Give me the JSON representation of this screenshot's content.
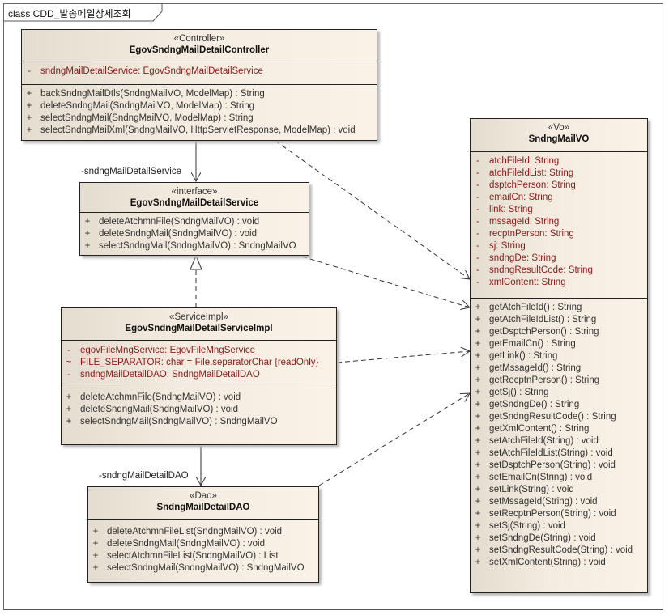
{
  "frame": {
    "title": "class CDD_발송메일상세조회"
  },
  "controller": {
    "stereotype": "«Controller»",
    "name": "EgovSndngMailDetailController",
    "attributes": [
      {
        "vis": "-",
        "text": "sndngMailDetailService:  EgovSndngMailDetailService"
      }
    ],
    "operations": [
      {
        "vis": "+",
        "text": "backSndngMailDtls(SndngMailVO, ModelMap) : String"
      },
      {
        "vis": "+",
        "text": "deleteSndngMail(SndngMailVO, ModelMap) : String"
      },
      {
        "vis": "+",
        "text": "selectSndngMail(SndngMailVO, ModelMap) : String"
      },
      {
        "vis": "+",
        "text": "selectSndngMailXml(SndngMailVO, HttpServletResponse, ModelMap) : void"
      }
    ]
  },
  "service": {
    "stereotype": "«interface»",
    "name": "EgovSndngMailDetailService",
    "operations": [
      {
        "vis": "+",
        "text": "deleteAtchmnFile(SndngMailVO) : void"
      },
      {
        "vis": "+",
        "text": "deleteSndngMail(SndngMailVO) : void"
      },
      {
        "vis": "+",
        "text": "selectSndngMail(SndngMailVO) : SndngMailVO"
      }
    ]
  },
  "serviceImpl": {
    "stereotype": "«ServiceImpl»",
    "name": "EgovSndngMailDetailServiceImpl",
    "attributes": [
      {
        "vis": "-",
        "text": "egovFileMngService:  EgovFileMngService"
      },
      {
        "vis": "~",
        "text": "FILE_SEPARATOR:  char = File.separatorChar {readOnly}"
      },
      {
        "vis": "-",
        "text": "sndngMailDetailDAO:  SndngMailDetailDAO"
      }
    ],
    "operations": [
      {
        "vis": "+",
        "text": "deleteAtchmnFile(SndngMailVO) : void"
      },
      {
        "vis": "+",
        "text": "deleteSndngMail(SndngMailVO) : void"
      },
      {
        "vis": "+",
        "text": "selectSndngMail(SndngMailVO) : SndngMailVO"
      }
    ]
  },
  "dao": {
    "stereotype": "«Dao»",
    "name": "SndngMailDetailDAO",
    "operations": [
      {
        "vis": "+",
        "text": "deleteAtchmnFileList(SndngMailVO) : void"
      },
      {
        "vis": "+",
        "text": "deleteSndngMail(SndngMailVO) : void"
      },
      {
        "vis": "+",
        "text": "selectAtchmnFileList(SndngMailVO) : List"
      },
      {
        "vis": "+",
        "text": "selectSndngMail(SndngMailVO) : SndngMailVO"
      }
    ]
  },
  "vo": {
    "stereotype": "«Vo»",
    "name": "SndngMailVO",
    "attributes": [
      {
        "vis": "-",
        "text": "atchFileId:  String"
      },
      {
        "vis": "-",
        "text": "atchFileIdList:  String"
      },
      {
        "vis": "-",
        "text": "dsptchPerson:  String"
      },
      {
        "vis": "-",
        "text": "emailCn:  String"
      },
      {
        "vis": "-",
        "text": "link:  String"
      },
      {
        "vis": "-",
        "text": "mssageId:  String"
      },
      {
        "vis": "-",
        "text": "recptnPerson:  String"
      },
      {
        "vis": "-",
        "text": "sj:  String"
      },
      {
        "vis": "-",
        "text": "sndngDe:  String"
      },
      {
        "vis": "-",
        "text": "sndngResultCode:  String"
      },
      {
        "vis": "-",
        "text": "xmlContent:  String"
      }
    ],
    "operations": [
      {
        "vis": "+",
        "text": "getAtchFileId() : String"
      },
      {
        "vis": "+",
        "text": "getAtchFileIdList() : String"
      },
      {
        "vis": "+",
        "text": "getDsptchPerson() : String"
      },
      {
        "vis": "+",
        "text": "getEmailCn() : String"
      },
      {
        "vis": "+",
        "text": "getLink() : String"
      },
      {
        "vis": "+",
        "text": "getMssageId() : String"
      },
      {
        "vis": "+",
        "text": "getRecptnPerson() : String"
      },
      {
        "vis": "+",
        "text": "getSj() : String"
      },
      {
        "vis": "+",
        "text": "getSndngDe() : String"
      },
      {
        "vis": "+",
        "text": "getSndngResultCode() : String"
      },
      {
        "vis": "+",
        "text": "getXmlContent() : String"
      },
      {
        "vis": "+",
        "text": "setAtchFileId(String) : void"
      },
      {
        "vis": "+",
        "text": "setAtchFileIdList(String) : void"
      },
      {
        "vis": "+",
        "text": "setDsptchPerson(String) : void"
      },
      {
        "vis": "+",
        "text": "setEmailCn(String) : void"
      },
      {
        "vis": "+",
        "text": "setLink(String) : void"
      },
      {
        "vis": "+",
        "text": "setMssageId(String) : void"
      },
      {
        "vis": "+",
        "text": "setRecptnPerson(String) : void"
      },
      {
        "vis": "+",
        "text": "setSj(String) : void"
      },
      {
        "vis": "+",
        "text": "setSndngDe(String) : void"
      },
      {
        "vis": "+",
        "text": "setSndngResultCode(String) : void"
      },
      {
        "vis": "+",
        "text": "setXmlContent(String) : void"
      }
    ]
  },
  "roles": {
    "service_role": "-sndngMailDetailService",
    "dao_role": "-sndngMailDetailDAO"
  },
  "colors": {
    "attribute_text": "#8b1a1a",
    "operation_text": "#333333",
    "box_fill": "#f6eee2",
    "border": "#222222"
  }
}
